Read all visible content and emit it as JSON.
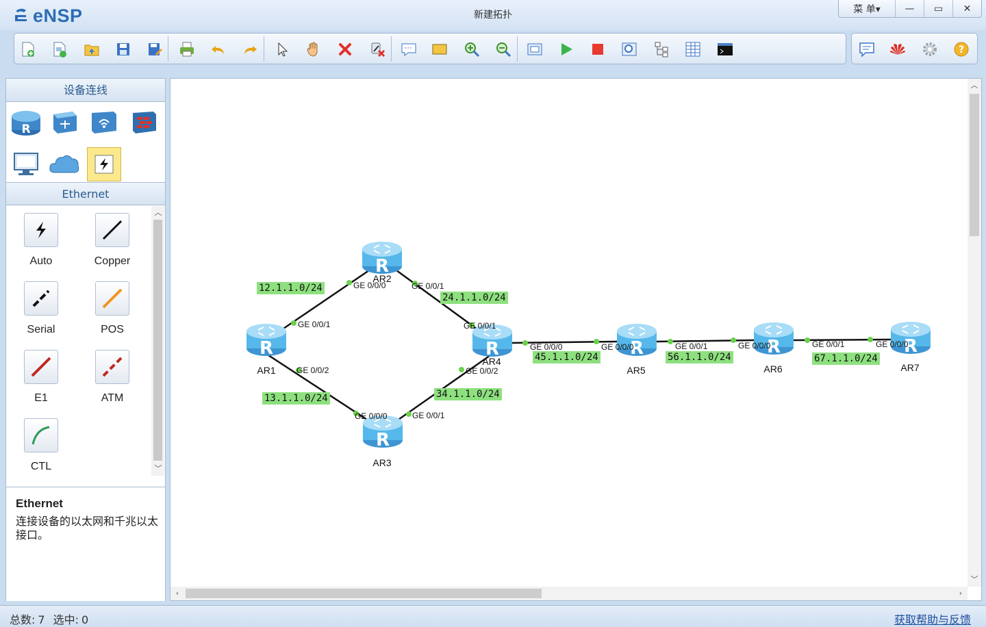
{
  "app": {
    "name": "eNSP",
    "window_title": "新建拓扑",
    "menu_label": "菜 单▾",
    "minimize": "—",
    "maximize": "▭",
    "close": "✕"
  },
  "toolbar": {
    "items": [
      "new-topology-icon",
      "new-device-icon",
      "open-icon",
      "save-icon",
      "save-as-icon",
      "print-icon",
      "undo-icon",
      "redo-icon",
      "select-icon",
      "pan-hand-icon",
      "delete-icon",
      "delete-link-icon",
      "text-note-icon",
      "rectangle-icon",
      "zoom-in-icon",
      "zoom-out-icon",
      "fit-view-icon",
      "start-icon",
      "stop-icon",
      "capture-icon",
      "topology-tree-icon",
      "grid-icon",
      "console-icon"
    ],
    "right_items": [
      "message-icon",
      "huawei-logo-icon",
      "settings-icon",
      "help-icon"
    ]
  },
  "left_panel": {
    "devices_header": "设备连线",
    "devices": [
      "router-icon",
      "switch-icon",
      "wireless-icon",
      "firewall-icon",
      "pc-icon",
      "cloud-icon",
      "link-icon"
    ],
    "selected_device": "link-icon",
    "cables_header": "Ethernet",
    "cables": [
      {
        "label": "Auto",
        "icon": "auto-cable-icon"
      },
      {
        "label": "Copper",
        "icon": "copper-cable-icon"
      },
      {
        "label": "Serial",
        "icon": "serial-cable-icon"
      },
      {
        "label": "POS",
        "icon": "pos-cable-icon"
      },
      {
        "label": "E1",
        "icon": "e1-cable-icon"
      },
      {
        "label": "ATM",
        "icon": "atm-cable-icon"
      },
      {
        "label": "CTL",
        "icon": "ctl-cable-icon"
      }
    ],
    "description": {
      "title": "Ethernet",
      "text": "连接设备的以太网和千兆以太接口。"
    }
  },
  "topology": {
    "devices": [
      {
        "id": "AR1",
        "name": "AR1"
      },
      {
        "id": "AR2",
        "name": "AR2"
      },
      {
        "id": "AR3",
        "name": "AR3"
      },
      {
        "id": "AR4",
        "name": "AR4"
      },
      {
        "id": "AR5",
        "name": "AR5"
      },
      {
        "id": "AR6",
        "name": "AR6"
      },
      {
        "id": "AR7",
        "name": "AR7"
      }
    ],
    "networks": [
      "12.1.1.0/24",
      "24.1.1.0/24",
      "13.1.1.0/24",
      "34.1.1.0/24",
      "45.1.1.0/24",
      "56.1.1.0/24",
      "67.1.1.0/24"
    ],
    "ports": {
      "ar1_ar2_a": "GE 0/0/1",
      "ar1_ar2_b": "GE 0/0/0",
      "ar2_ar4_a": "GE 0/0/1",
      "ar2_ar4_b": "GE 0/0/1",
      "ar1_ar3_a": "GE 0/0/2",
      "ar1_ar3_b": "GE 0/0/0",
      "ar3_ar4_a": "GE 0/0/1",
      "ar3_ar4_b": "GE 0/0/2",
      "ar4_ar5_a": "GE 0/0/0",
      "ar4_ar5_b": "GE 0/0/0",
      "ar5_ar6_a": "GE 0/0/1",
      "ar5_ar6_b": "GE 0/0/0",
      "ar6_ar7_a": "GE 0/0/1",
      "ar6_ar7_b": "GE 0/0/0"
    },
    "link_color": "#111111",
    "endpoint_color": "#6ad14b",
    "router_color": "#56b8ea"
  },
  "status": {
    "total_label": "总数:",
    "total": "7",
    "selected_label": "选中:",
    "selected": "0",
    "help_link": "获取帮助与反馈"
  }
}
